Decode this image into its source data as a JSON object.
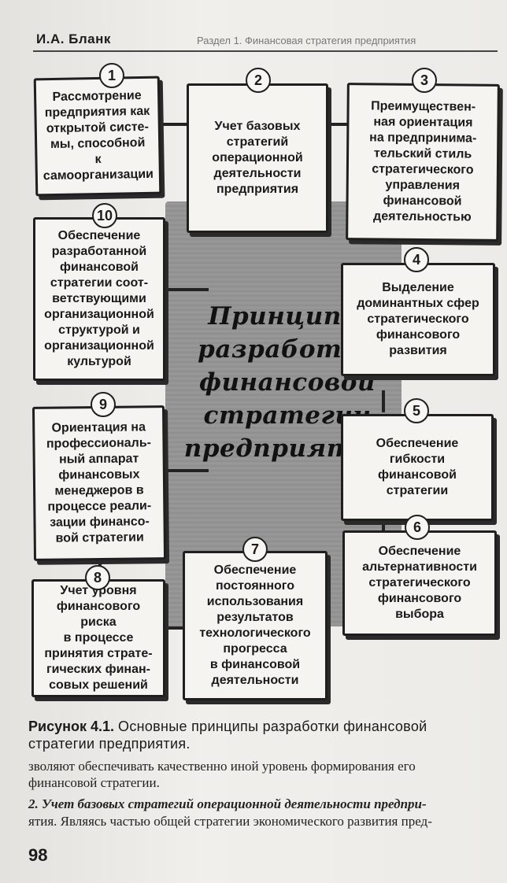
{
  "header": {
    "author": "И.А. Бланк",
    "section": "Раздел 1. Финансовая стратегия предприятия"
  },
  "diagram": {
    "center_title": "Принципы разработки финансовой стратегии предприятия",
    "principles": [
      {
        "num": "1",
        "text": "Рассмотрение\nпредприятия как\nоткрытой систе-\nмы, способной\nк самоорганизации"
      },
      {
        "num": "2",
        "text": "Учет базовых\nстратегий\nоперационной\nдеятельности\nпредприятия"
      },
      {
        "num": "3",
        "text": "Преимуществен-\nная ориентация\nна предпринима-\nтельский стиль\nстратегического\nуправления\nфинансовой\nдеятельностью"
      },
      {
        "num": "4",
        "text": "Выделение\nдоминантных сфер\nстратегического\nфинансового\nразвития"
      },
      {
        "num": "5",
        "text": "Обеспечение\nгибкости\nфинансовой\nстратегии"
      },
      {
        "num": "6",
        "text": "Обеспечение\nальтернативности\nстратегического\nфинансового\nвыбора"
      },
      {
        "num": "7",
        "text": "Обеспечение\nпостоянного\nиспользования\nрезультатов\nтехнологического\nпрогресса\nв финансовой\nдеятельности"
      },
      {
        "num": "8",
        "text": "Учет уровня\nфинансового риска\nв процессе\nпринятия страте-\nгических финан-\nсовых решений"
      },
      {
        "num": "9",
        "text": "Ориентация на\nпрофессиональ-\nный аппарат\nфинансовых\nменеджеров в\nпроцессе реали-\nзации финансо-\nвой стратегии"
      },
      {
        "num": "10",
        "text": "Обеспечение\nразработанной\nфинансовой\nстратегии соот-\nветствующими\nорганизационной\nструктурой и\nорганизационной\nкультурой"
      }
    ]
  },
  "caption": {
    "label": "Рисунок 4.1.",
    "title": "Основные принципы разработки финансовой стратегии предприятия."
  },
  "body": [
    "зволяют обеспечивать качественно иной уровень формирования его",
    "финансовой стратегии.",
    "2. Учет базовых стратегий операционной деятельности предпри-",
    "ятия. Являясь частью общей стратегии экономического развития пред-"
  ],
  "page_number": "98"
}
